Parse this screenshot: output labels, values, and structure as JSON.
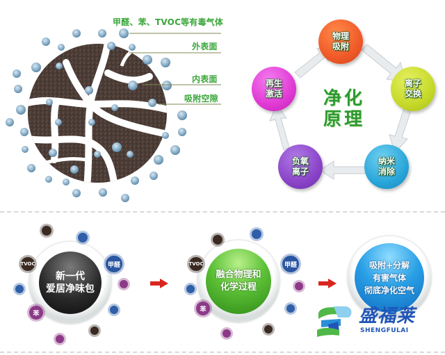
{
  "particle_diagram": {
    "labels": {
      "toxic_gases": "甲醛、苯、TVOC等有毒气体",
      "outer_surface": "外表面",
      "inner_surface": "内表面",
      "adsorption_pores": "吸附空隙"
    },
    "colors": {
      "label": "#3aa63a",
      "particle": "#4a3a34",
      "molecule": "#8fb3cc"
    }
  },
  "purification_cycle": {
    "center_title_line1": "净化",
    "center_title_line2": "原理",
    "nodes": [
      {
        "line1": "物理",
        "line2": "吸附",
        "color": "#f05a28"
      },
      {
        "line1": "离子",
        "line2": "交换",
        "color": "#c6d92a"
      },
      {
        "line1": "纳米",
        "line2": "消除",
        "color": "#2aa6d9"
      },
      {
        "line1": "负氧",
        "line2": "离子",
        "color": "#8a44c8"
      },
      {
        "line1": "再生",
        "line2": "激活",
        "color": "#e03ad4"
      }
    ]
  },
  "process_flow": {
    "step1": {
      "line1": "新一代",
      "line2": "爱居净味包",
      "color": "#222222"
    },
    "step2": {
      "line1": "融合物理和",
      "line2": "化学过程",
      "color": "#3fae2a"
    },
    "step3": {
      "line1": "吸附+分解",
      "line2": "有害气体",
      "line3": "彻底净化空气",
      "color": "#1b8fd8"
    },
    "germ_labels": {
      "tvoc": "TVOC",
      "formaldehyde": "甲醛",
      "benzene": "苯"
    },
    "arrow_color": "#d8261e"
  },
  "logo": {
    "name": "盛福莱",
    "pinyin": "SHENGFULAI",
    "color": "#1f55b8"
  }
}
